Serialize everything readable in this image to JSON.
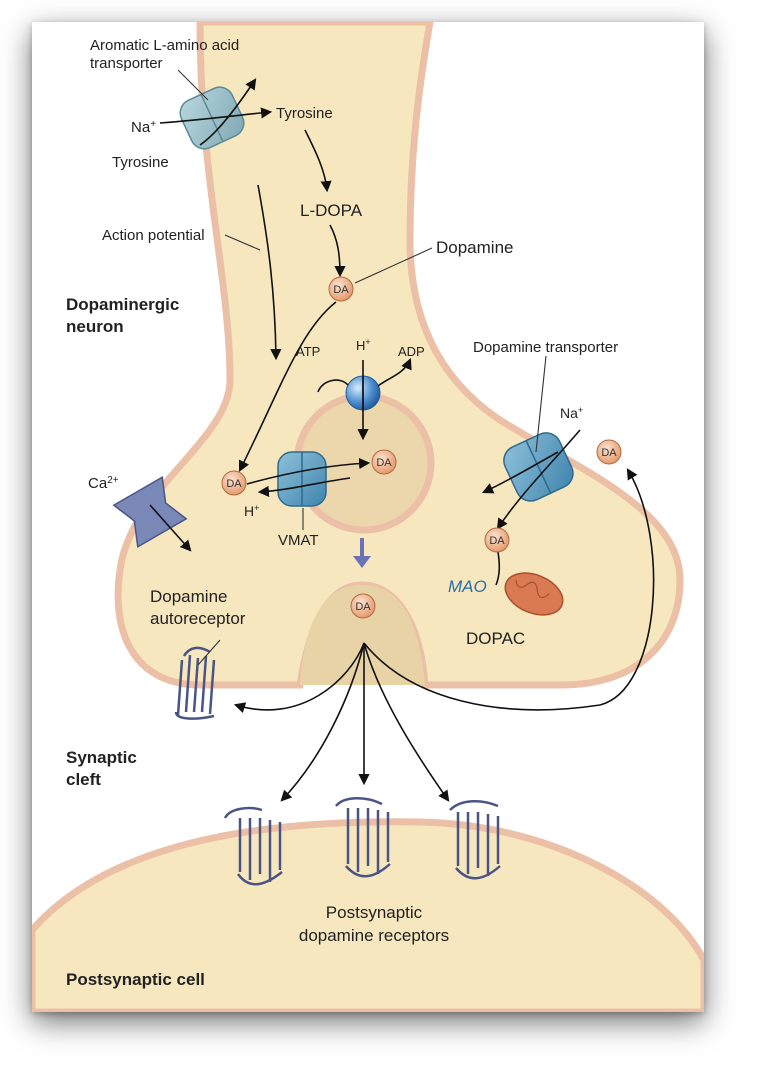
{
  "labels": {
    "aromatic_transporter_line1": "Aromatic L-amino acid",
    "aromatic_transporter_line2": "transporter",
    "na": "Na",
    "na_sup": "+",
    "tyrosine_in": "Tyrosine",
    "tyrosine_out": "Tyrosine",
    "ldopa": "L-DOPA",
    "action_potential": "Action potential",
    "dopamine": "Dopamine",
    "neuron_line1": "Dopaminergic",
    "neuron_line2": "neuron",
    "atp": "ATP",
    "h": "H",
    "h_sup": "+",
    "adp": "ADP",
    "dopamine_transporter": "Dopamine transporter",
    "na2": "Na",
    "na2_sup": "+",
    "ca": "Ca",
    "ca_sup": "2+",
    "h2": "H",
    "h2_sup": "+",
    "vmat": "VMAT",
    "mao": "MAO",
    "dopac": "DOPAC",
    "autoreceptor_line1": "Dopamine",
    "autoreceptor_line2": "autoreceptor",
    "cleft_line1": "Synaptic",
    "cleft_line2": "cleft",
    "postsyn_receptors_line1": "Postsynaptic",
    "postsyn_receptors_line2": "dopamine receptors",
    "postsynaptic_cell": "Postsynaptic cell",
    "da": "DA"
  }
}
